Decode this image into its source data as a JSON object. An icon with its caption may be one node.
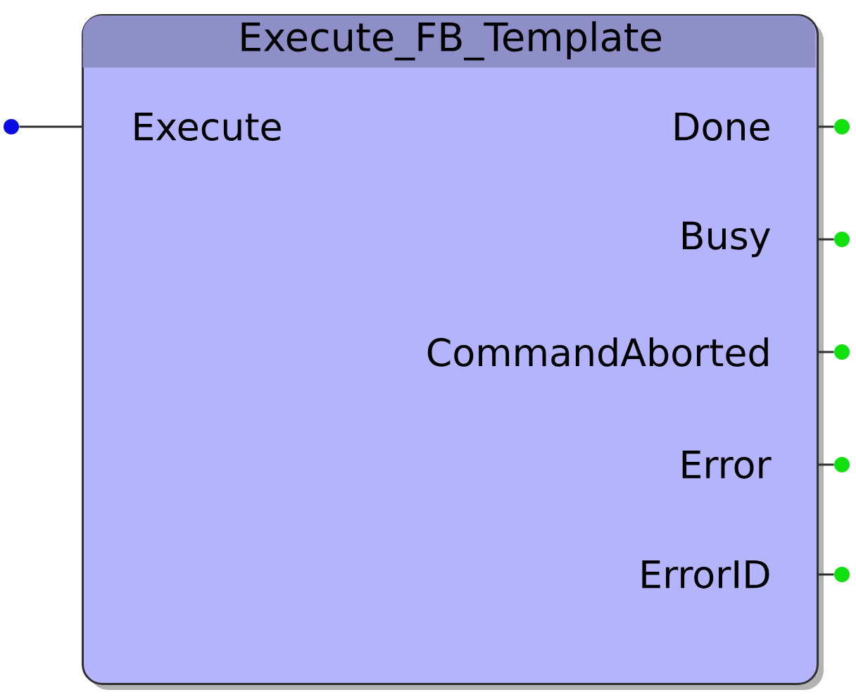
{
  "diagram": {
    "nodes": [
      {
        "text": [
          "Execute_FB_Template"
        ]
      },
      {
        "text": [],
        "shape": "circle"
      },
      {
        "text": [],
        "shape": "circle"
      },
      {
        "text": [],
        "shape": "circle"
      },
      {
        "text": [],
        "shape": "circle"
      },
      {
        "text": [],
        "shape": "circle"
      },
      {
        "text": [],
        "shape": "circle"
      }
    ],
    "edges": [
      {
        "from": 1,
        "to": 0,
        "arrow": "none"
      },
      {
        "from": 0,
        "to": 2,
        "arrow": "none"
      },
      {
        "from": 0,
        "to": 3,
        "arrow": "none"
      },
      {
        "from": 0,
        "to": 4,
        "arrow": "none"
      },
      {
        "from": 0,
        "to": 5,
        "arrow": "none"
      },
      {
        "from": 0,
        "to": 6,
        "arrow": "none"
      }
    ],
    "labels": [
      "Execute",
      "Done",
      "Busy",
      "CommandAborted",
      "Error",
      "ErrorID"
    ]
  }
}
